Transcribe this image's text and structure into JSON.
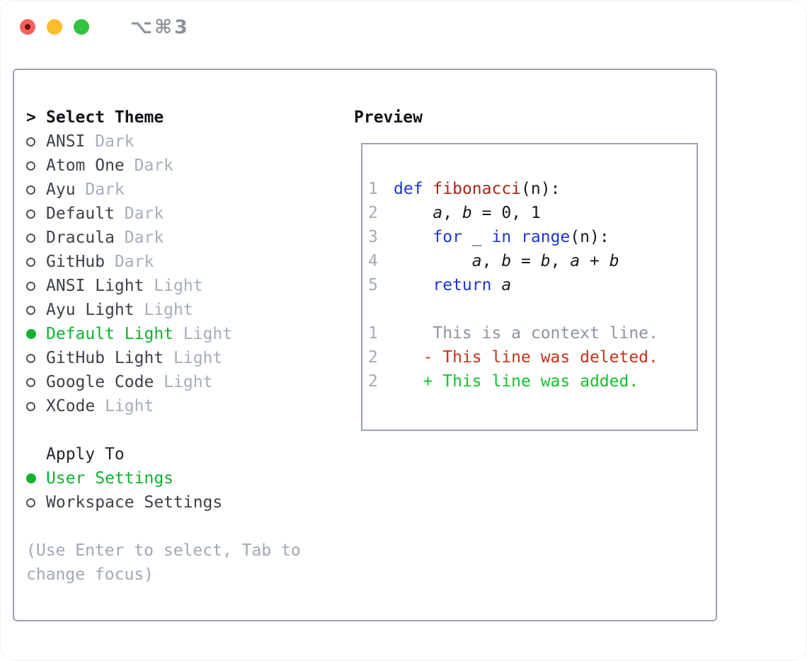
{
  "window": {
    "shortcut": "⌥⌘3",
    "traffic_lights": [
      "close",
      "minimize",
      "zoom"
    ]
  },
  "colors": {
    "accent_green": "#0fb32e",
    "added_green": "#17c12b",
    "deleted_red": "#c5341a",
    "keyword_blue": "#1f35d4",
    "function_red": "#a3271a",
    "muted_gray": "#a6aeb9",
    "border_gray": "#9aa3ae"
  },
  "theme_picker": {
    "cursor": ">",
    "title": "Select Theme",
    "items": [
      {
        "name": "ANSI",
        "variant": "Dark",
        "selected": false
      },
      {
        "name": "Atom One",
        "variant": "Dark",
        "selected": false
      },
      {
        "name": "Ayu",
        "variant": "Dark",
        "selected": false
      },
      {
        "name": "Default",
        "variant": "Dark",
        "selected": false
      },
      {
        "name": "Dracula",
        "variant": "Dark",
        "selected": false
      },
      {
        "name": "GitHub",
        "variant": "Dark",
        "selected": false
      },
      {
        "name": "ANSI Light",
        "variant": "Light",
        "selected": false
      },
      {
        "name": "Ayu Light",
        "variant": "Light",
        "selected": false
      },
      {
        "name": "Default Light",
        "variant": "Light",
        "selected": true
      },
      {
        "name": "GitHub Light",
        "variant": "Light",
        "selected": false
      },
      {
        "name": "Google Code",
        "variant": "Light",
        "selected": false
      },
      {
        "name": "XCode",
        "variant": "Light",
        "selected": false
      }
    ],
    "apply_to": {
      "title": "Apply To",
      "options": [
        {
          "name": "User Settings",
          "selected": true
        },
        {
          "name": "Workspace Settings",
          "selected": false
        }
      ]
    },
    "hint": "(Use Enter to select, Tab to change focus)"
  },
  "preview": {
    "title": "Preview",
    "code_lines": [
      {
        "num": "1",
        "tokens": [
          [
            "def",
            "kw"
          ],
          [
            " ",
            ""
          ],
          [
            "fibonacci",
            "fn"
          ],
          [
            "(n):",
            ""
          ]
        ]
      },
      {
        "num": "2",
        "tokens": [
          [
            "    ",
            ""
          ],
          [
            "a",
            "var"
          ],
          [
            ", ",
            ""
          ],
          [
            "b",
            "var"
          ],
          [
            " = 0, 1",
            ""
          ]
        ]
      },
      {
        "num": "3",
        "tokens": [
          [
            "    ",
            ""
          ],
          [
            "for",
            "kw"
          ],
          [
            " _ ",
            ""
          ],
          [
            "in",
            "kw"
          ],
          [
            " ",
            ""
          ],
          [
            "range",
            "kw"
          ],
          [
            "(n):",
            ""
          ]
        ]
      },
      {
        "num": "4",
        "tokens": [
          [
            "        ",
            ""
          ],
          [
            "a",
            "var"
          ],
          [
            ", ",
            ""
          ],
          [
            "b",
            "var"
          ],
          [
            " = ",
            ""
          ],
          [
            "b",
            "var"
          ],
          [
            ", ",
            ""
          ],
          [
            "a",
            "var"
          ],
          [
            " + ",
            ""
          ],
          [
            "b",
            "var"
          ]
        ]
      },
      {
        "num": "5",
        "tokens": [
          [
            "    ",
            ""
          ],
          [
            "return",
            "kw"
          ],
          [
            " ",
            ""
          ],
          [
            "a",
            "var"
          ]
        ]
      },
      {
        "num": "",
        "tokens": []
      },
      {
        "num": "1",
        "tokens": [
          [
            "    This is a context line.",
            "ctx"
          ]
        ]
      },
      {
        "num": "2",
        "tokens": [
          [
            "   - This line was deleted.",
            "del"
          ]
        ]
      },
      {
        "num": "2",
        "tokens": [
          [
            "   + This line was added.",
            "add"
          ]
        ]
      }
    ]
  }
}
